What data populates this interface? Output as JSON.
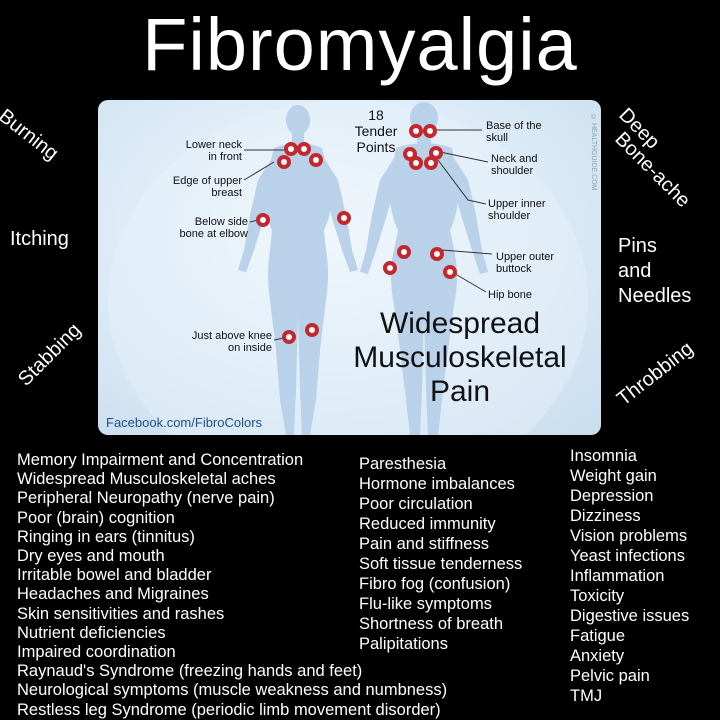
{
  "title": "Fibromyalgia",
  "side_words": {
    "burning": "Burning",
    "itching": "Itching",
    "stabbing": "Stabbing",
    "deep": "Deep",
    "bone_ache": "Bone-ache",
    "pins": "Pins",
    "and": "and",
    "needles": "Needles",
    "throbbing": "Throbbing"
  },
  "diagram": {
    "tender_points": [
      "18",
      "Tender",
      "Points"
    ],
    "labels": {
      "lower_neck": [
        "Lower neck",
        "in front"
      ],
      "edge_breast": [
        "Edge of upper",
        "breast"
      ],
      "below_side": [
        "Below side",
        "bone at elbow"
      ],
      "above_knee": [
        "Just above knee",
        "on inside"
      ],
      "base_skull": [
        "Base of the",
        "skull"
      ],
      "neck_shoulder": [
        "Neck and",
        "shoulder"
      ],
      "upper_inner": [
        "Upper inner",
        "shoulder"
      ],
      "upper_outer": [
        "Upper outer",
        "buttock"
      ],
      "hip_bone": [
        "Hip bone"
      ]
    },
    "headline": [
      "Widespread",
      "Musculoskeletal",
      "Pain"
    ],
    "credit": "Facebook.com/FibroColors",
    "watermark": "© HEALTHGUIDE.COM",
    "colors": {
      "marker": "#c2282e",
      "figure": "#b9d1e9",
      "label_line": "#333333"
    }
  },
  "symptoms": {
    "col1": [
      "Memory Impairment and Concentration",
      "Widespread Musculoskeletal aches",
      "Peripheral Neuropathy (nerve pain)",
      "Poor (brain) cognition",
      "Ringing in ears (tinnitus)",
      "Dry eyes and mouth",
      "Irritable bowel and bladder",
      "Headaches and Migraines",
      "Skin sensitivities and rashes",
      "Nutrient deficiencies",
      "Impaired coordination",
      "Raynaud's Syndrome (freezing hands and feet)",
      "Neurological symptoms (muscle weakness and numbness)",
      "Restless leg Syndrome (periodic limb movement disorder)"
    ],
    "col2": [
      "Paresthesia",
      "Hormone imbalances",
      "Poor circulation",
      "Reduced immunity",
      "Pain and stiffness",
      "Soft tissue tenderness",
      "Fibro fog (confusion)",
      "Flu-like symptoms",
      "Shortness of breath",
      "Palipitations"
    ],
    "col3": [
      "Insomnia",
      "Weight gain",
      "Depression",
      "Dizziness",
      "Vision problems",
      "Yeast infections",
      "Inflammation",
      "Toxicity",
      "Digestive issues",
      "Fatigue",
      "Anxiety",
      "Pelvic pain",
      "TMJ"
    ]
  }
}
